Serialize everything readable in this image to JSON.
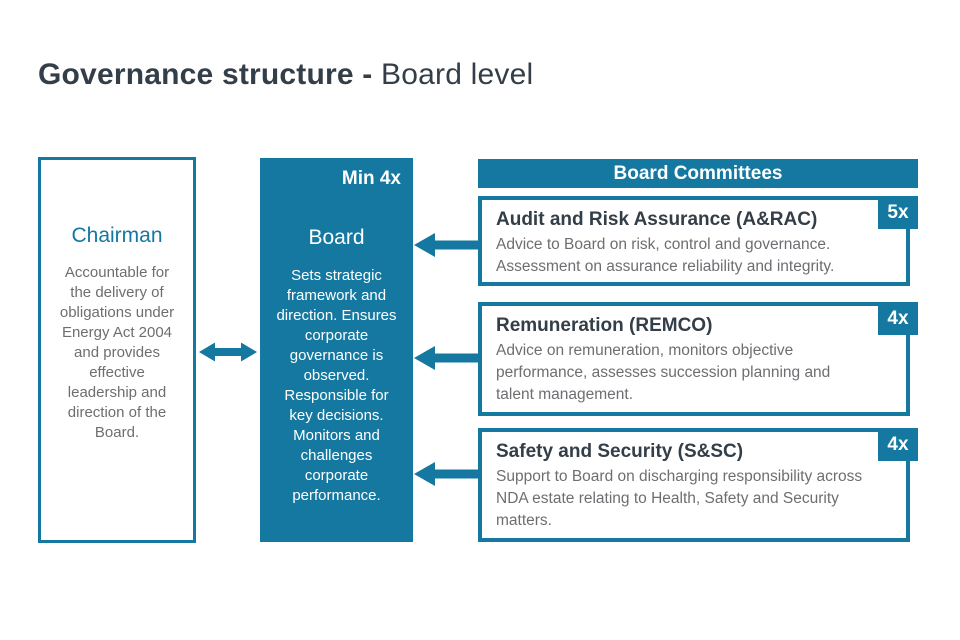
{
  "page_title": {
    "bold": "Governance structure - ",
    "regular": "Board level"
  },
  "colors": {
    "teal": "#1478A0",
    "heading_text": "#333E48",
    "body_text": "#6D6E71",
    "background": "#FFFFFF"
  },
  "chairman": {
    "title": "Chairman",
    "description": "Accountable for the delivery of obligations under Energy Act 2004 and provides effective leadership and direction of the Board."
  },
  "board": {
    "meeting_frequency": "Min 4x",
    "title": "Board",
    "description": "Sets strategic framework and direction. Ensures corporate governance is observed. Responsible for key decisions. Monitors and challenges corporate performance."
  },
  "committees": {
    "header": "Board Committees",
    "items": [
      {
        "name": "Audit and Risk Assurance (A&RAC)",
        "meeting_frequency": "5x",
        "description": "Advice to Board on risk, control and governance. Assessment on assurance reliability and integrity."
      },
      {
        "name": "Remuneration (REMCO)",
        "meeting_frequency": "4x",
        "description": "Advice on remuneration, monitors objective performance, assesses succession planning and talent management."
      },
      {
        "name": "Safety and Security (S&SC)",
        "meeting_frequency": "4x",
        "description": "Support to Board on discharging responsibility across NDA estate relating to Health, Safety and Security matters."
      }
    ]
  }
}
